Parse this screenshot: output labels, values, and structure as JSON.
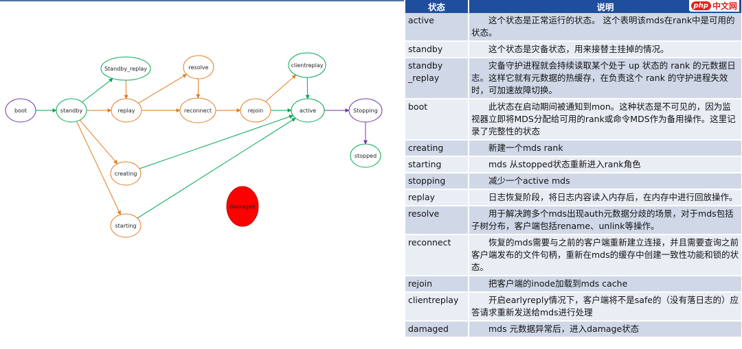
{
  "diagram": {
    "nodes": [
      {
        "id": "boot",
        "label": "boot",
        "border": "#7030a0",
        "fill": "#ffffff"
      },
      {
        "id": "standby",
        "label": "standby",
        "border": "#00a651",
        "fill": "#ffffff"
      },
      {
        "id": "standby_replay",
        "label": "Standby_replay",
        "border": "#00a651",
        "fill": "#ffffff"
      },
      {
        "id": "replay",
        "label": "replay",
        "border": "#e07b1f",
        "fill": "#ffffff"
      },
      {
        "id": "resolve",
        "label": "resolve",
        "border": "#e07b1f",
        "fill": "#ffffff"
      },
      {
        "id": "reconnect",
        "label": "reconnect",
        "border": "#e07b1f",
        "fill": "#ffffff"
      },
      {
        "id": "rejoin",
        "label": "rejoin",
        "border": "#e07b1f",
        "fill": "#ffffff"
      },
      {
        "id": "clientreplay",
        "label": "clientreplay",
        "border": "#00a651",
        "fill": "#ffffff"
      },
      {
        "id": "active",
        "label": "active",
        "border": "#00a651",
        "fill": "#ffffff"
      },
      {
        "id": "stopping",
        "label": "Stopping",
        "border": "#7030a0",
        "fill": "#ffffff"
      },
      {
        "id": "stopped",
        "label": "stopped",
        "border": "#00a651",
        "fill": "#ffffff"
      },
      {
        "id": "creating",
        "label": "creating",
        "border": "#e07b1f",
        "fill": "#ffffff"
      },
      {
        "id": "starting",
        "label": "starting",
        "border": "#e07b1f",
        "fill": "#ffffff"
      },
      {
        "id": "damaged",
        "label": "damaged",
        "border": "#c00000",
        "fill": "#ff0000"
      }
    ],
    "edges": [
      {
        "from": "boot",
        "to": "standby",
        "color": "#00a651"
      },
      {
        "from": "standby",
        "to": "standby_replay",
        "color": "#00a651"
      },
      {
        "from": "standby",
        "to": "replay",
        "color": "#e07b1f"
      },
      {
        "from": "standby",
        "to": "creating",
        "color": "#e07b1f"
      },
      {
        "from": "standby",
        "to": "starting",
        "color": "#e07b1f"
      },
      {
        "from": "standby_replay",
        "to": "replay",
        "color": "#e07b1f"
      },
      {
        "from": "replay",
        "to": "resolve",
        "color": "#e07b1f"
      },
      {
        "from": "replay",
        "to": "reconnect",
        "color": "#e07b1f"
      },
      {
        "from": "resolve",
        "to": "reconnect",
        "color": "#e07b1f"
      },
      {
        "from": "reconnect",
        "to": "rejoin",
        "color": "#e07b1f"
      },
      {
        "from": "rejoin",
        "to": "clientreplay",
        "color": "#e07b1f"
      },
      {
        "from": "rejoin",
        "to": "active",
        "color": "#00a651"
      },
      {
        "from": "clientreplay",
        "to": "active",
        "color": "#00a651"
      },
      {
        "from": "active",
        "to": "stopping",
        "color": "#7030a0"
      },
      {
        "from": "stopping",
        "to": "stopped",
        "color": "#7030a0"
      },
      {
        "from": "creating",
        "to": "active",
        "color": "#00a651"
      },
      {
        "from": "starting",
        "to": "active",
        "color": "#00a651"
      }
    ]
  },
  "table": {
    "headers": [
      "状态",
      "说明"
    ],
    "rows": [
      {
        "state": "active",
        "desc": "这个状态是正常运行的状态。 这个表明该mds在rank中是可用的状态。"
      },
      {
        "state": "standby",
        "desc": "这个状态是灾备状态，用来接替主挂掉的情况。"
      },
      {
        "state": "standby _replay",
        "desc": "灾备守护进程就会持续读取某个处于 up 状态的 rank 的元数据日志。这样它就有元数据的热缓存，在负责这个 rank 的守护进程失效时，可加速故障切换。"
      },
      {
        "state": "boot",
        "desc": "此状态在启动期间被通知到mon。这种状态是不可见的，因为监视器立即将MDS分配给可用的rank或命令MDS作为备用操作。这里记录了完整性的状态"
      },
      {
        "state": "creating",
        "desc": "新建一个mds rank"
      },
      {
        "state": "starting",
        "desc": "mds 从stopped状态重新进入rank角色"
      },
      {
        "state": "stopping",
        "desc": "减少一个active mds"
      },
      {
        "state": "replay",
        "desc": "日志恢复阶段，将日志内容读入内存后，在内存中进行回放操作。"
      },
      {
        "state": "resolve",
        "desc": "用于解决跨多个mds出现auth元数据分歧的场景，对于mds包括子树分布，客户端包括rename、unlink等操作。"
      },
      {
        "state": "reconnect",
        "desc": "恢复的mds需要与之前的客户端重新建立连接，并且需要查询之前客户端发布的文件句柄，重新在mds的缓存中创建一致性功能和锁的状态。"
      },
      {
        "state": "rejoin",
        "desc": "把客户端的inode加载到mds cache"
      },
      {
        "state": "clientreplay",
        "desc": "开启earlyreply情况下，客户端将不是safe的（没有落日志的）应答请求重新发送给mds进行处理"
      },
      {
        "state": "damaged",
        "desc": "mds 元数据异常后，进入damage状态"
      }
    ]
  },
  "watermark": {
    "brand": "php",
    "text": "中文网"
  }
}
